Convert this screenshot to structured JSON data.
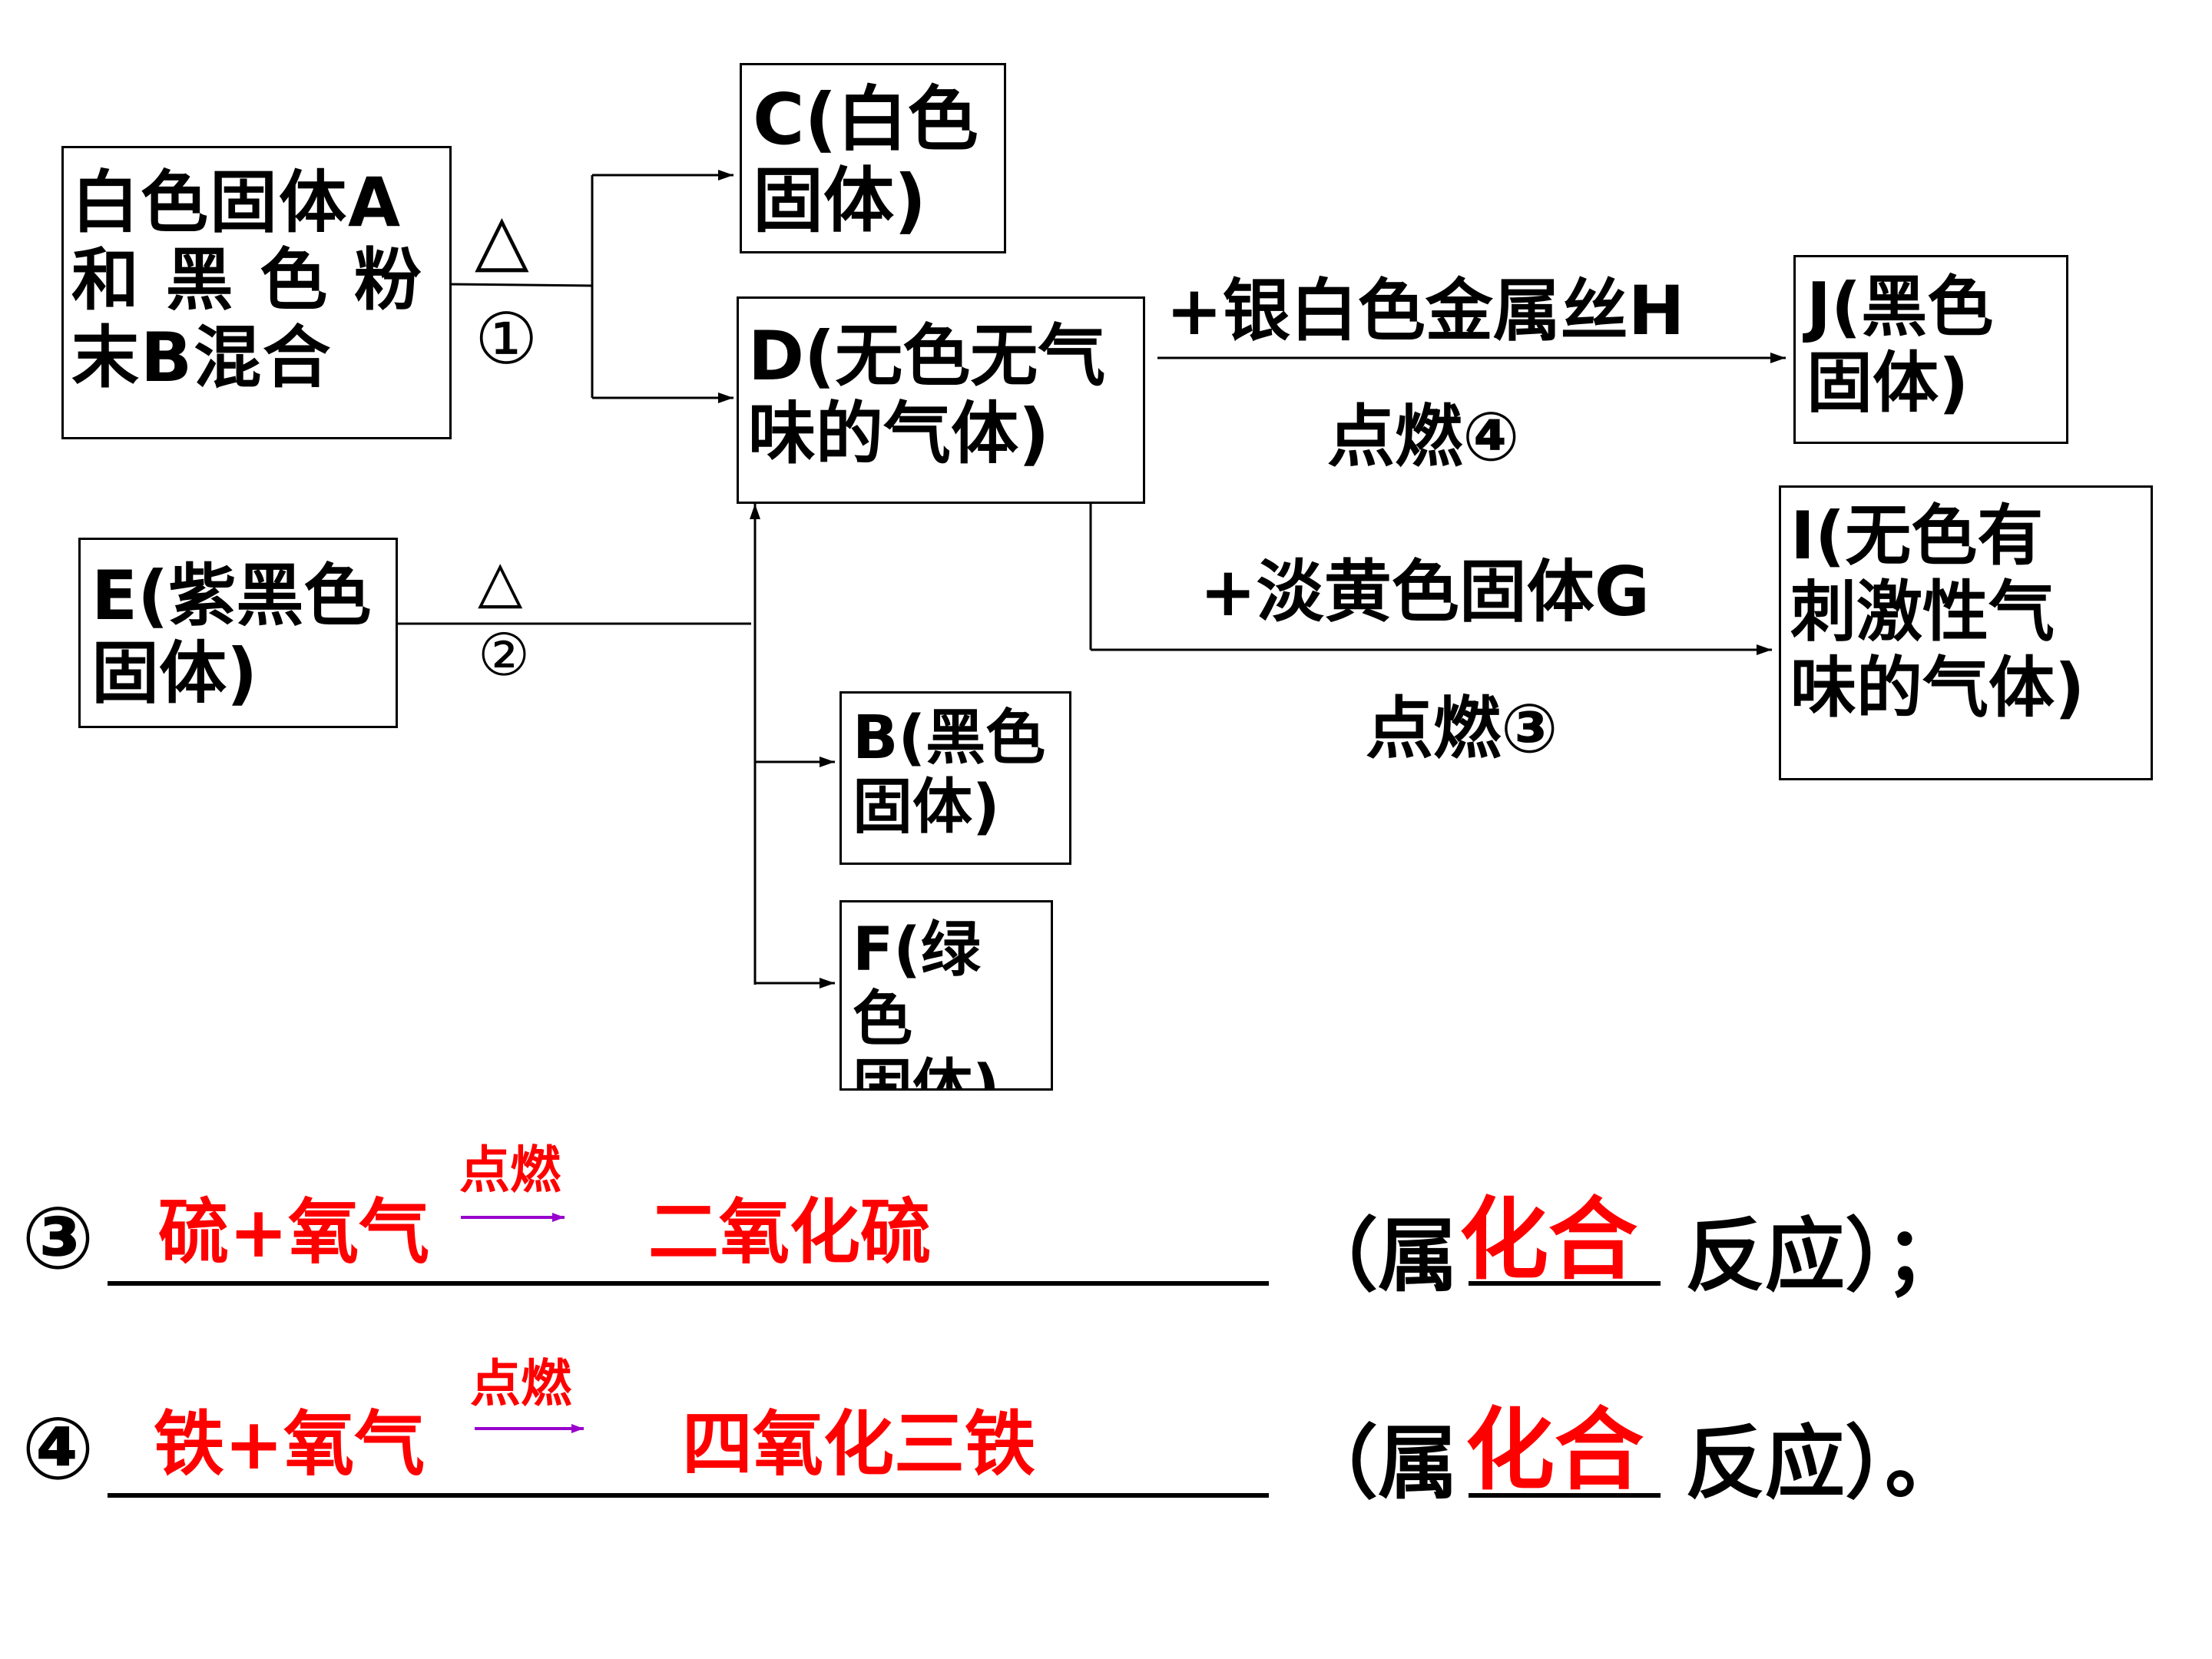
{
  "diagram": {
    "box_A": "白色固体A\n和 黑 色 粉\n末B混合",
    "box_C": "C(白色\n固体)",
    "box_D": "D(无色无气\n味的气体)",
    "box_E": "E(紫黑色\n固体)",
    "box_B": "B(黑色\n固体)",
    "box_F": "F(绿色\n固体)",
    "box_J": "J(黑色\n固体)",
    "box_I": "I(无色有\n刺激性气\n味的气体)",
    "heat_1": "△",
    "step_1": "①",
    "heat_2": "△",
    "step_2": "②",
    "reagent_H": "+银白色金属丝H",
    "condition_4": "点燃④",
    "reagent_G": "+淡黄色固体G",
    "condition_3": "点燃③"
  },
  "equations": [
    {
      "number": "③",
      "reactants": "硫+氧气",
      "condition": "点燃",
      "products": "二氧化硫",
      "prefix": "（属",
      "answer": "化合",
      "suffix": "反应）；"
    },
    {
      "number": "④",
      "reactants": "铁+氧气",
      "condition": "点燃",
      "products": "四氧化三铁",
      "prefix": "（属",
      "answer": "化合",
      "suffix": "反应）。"
    }
  ],
  "colors": {
    "answer": "#ff0000",
    "arrow": "#9900cc",
    "line": "#000000"
  }
}
